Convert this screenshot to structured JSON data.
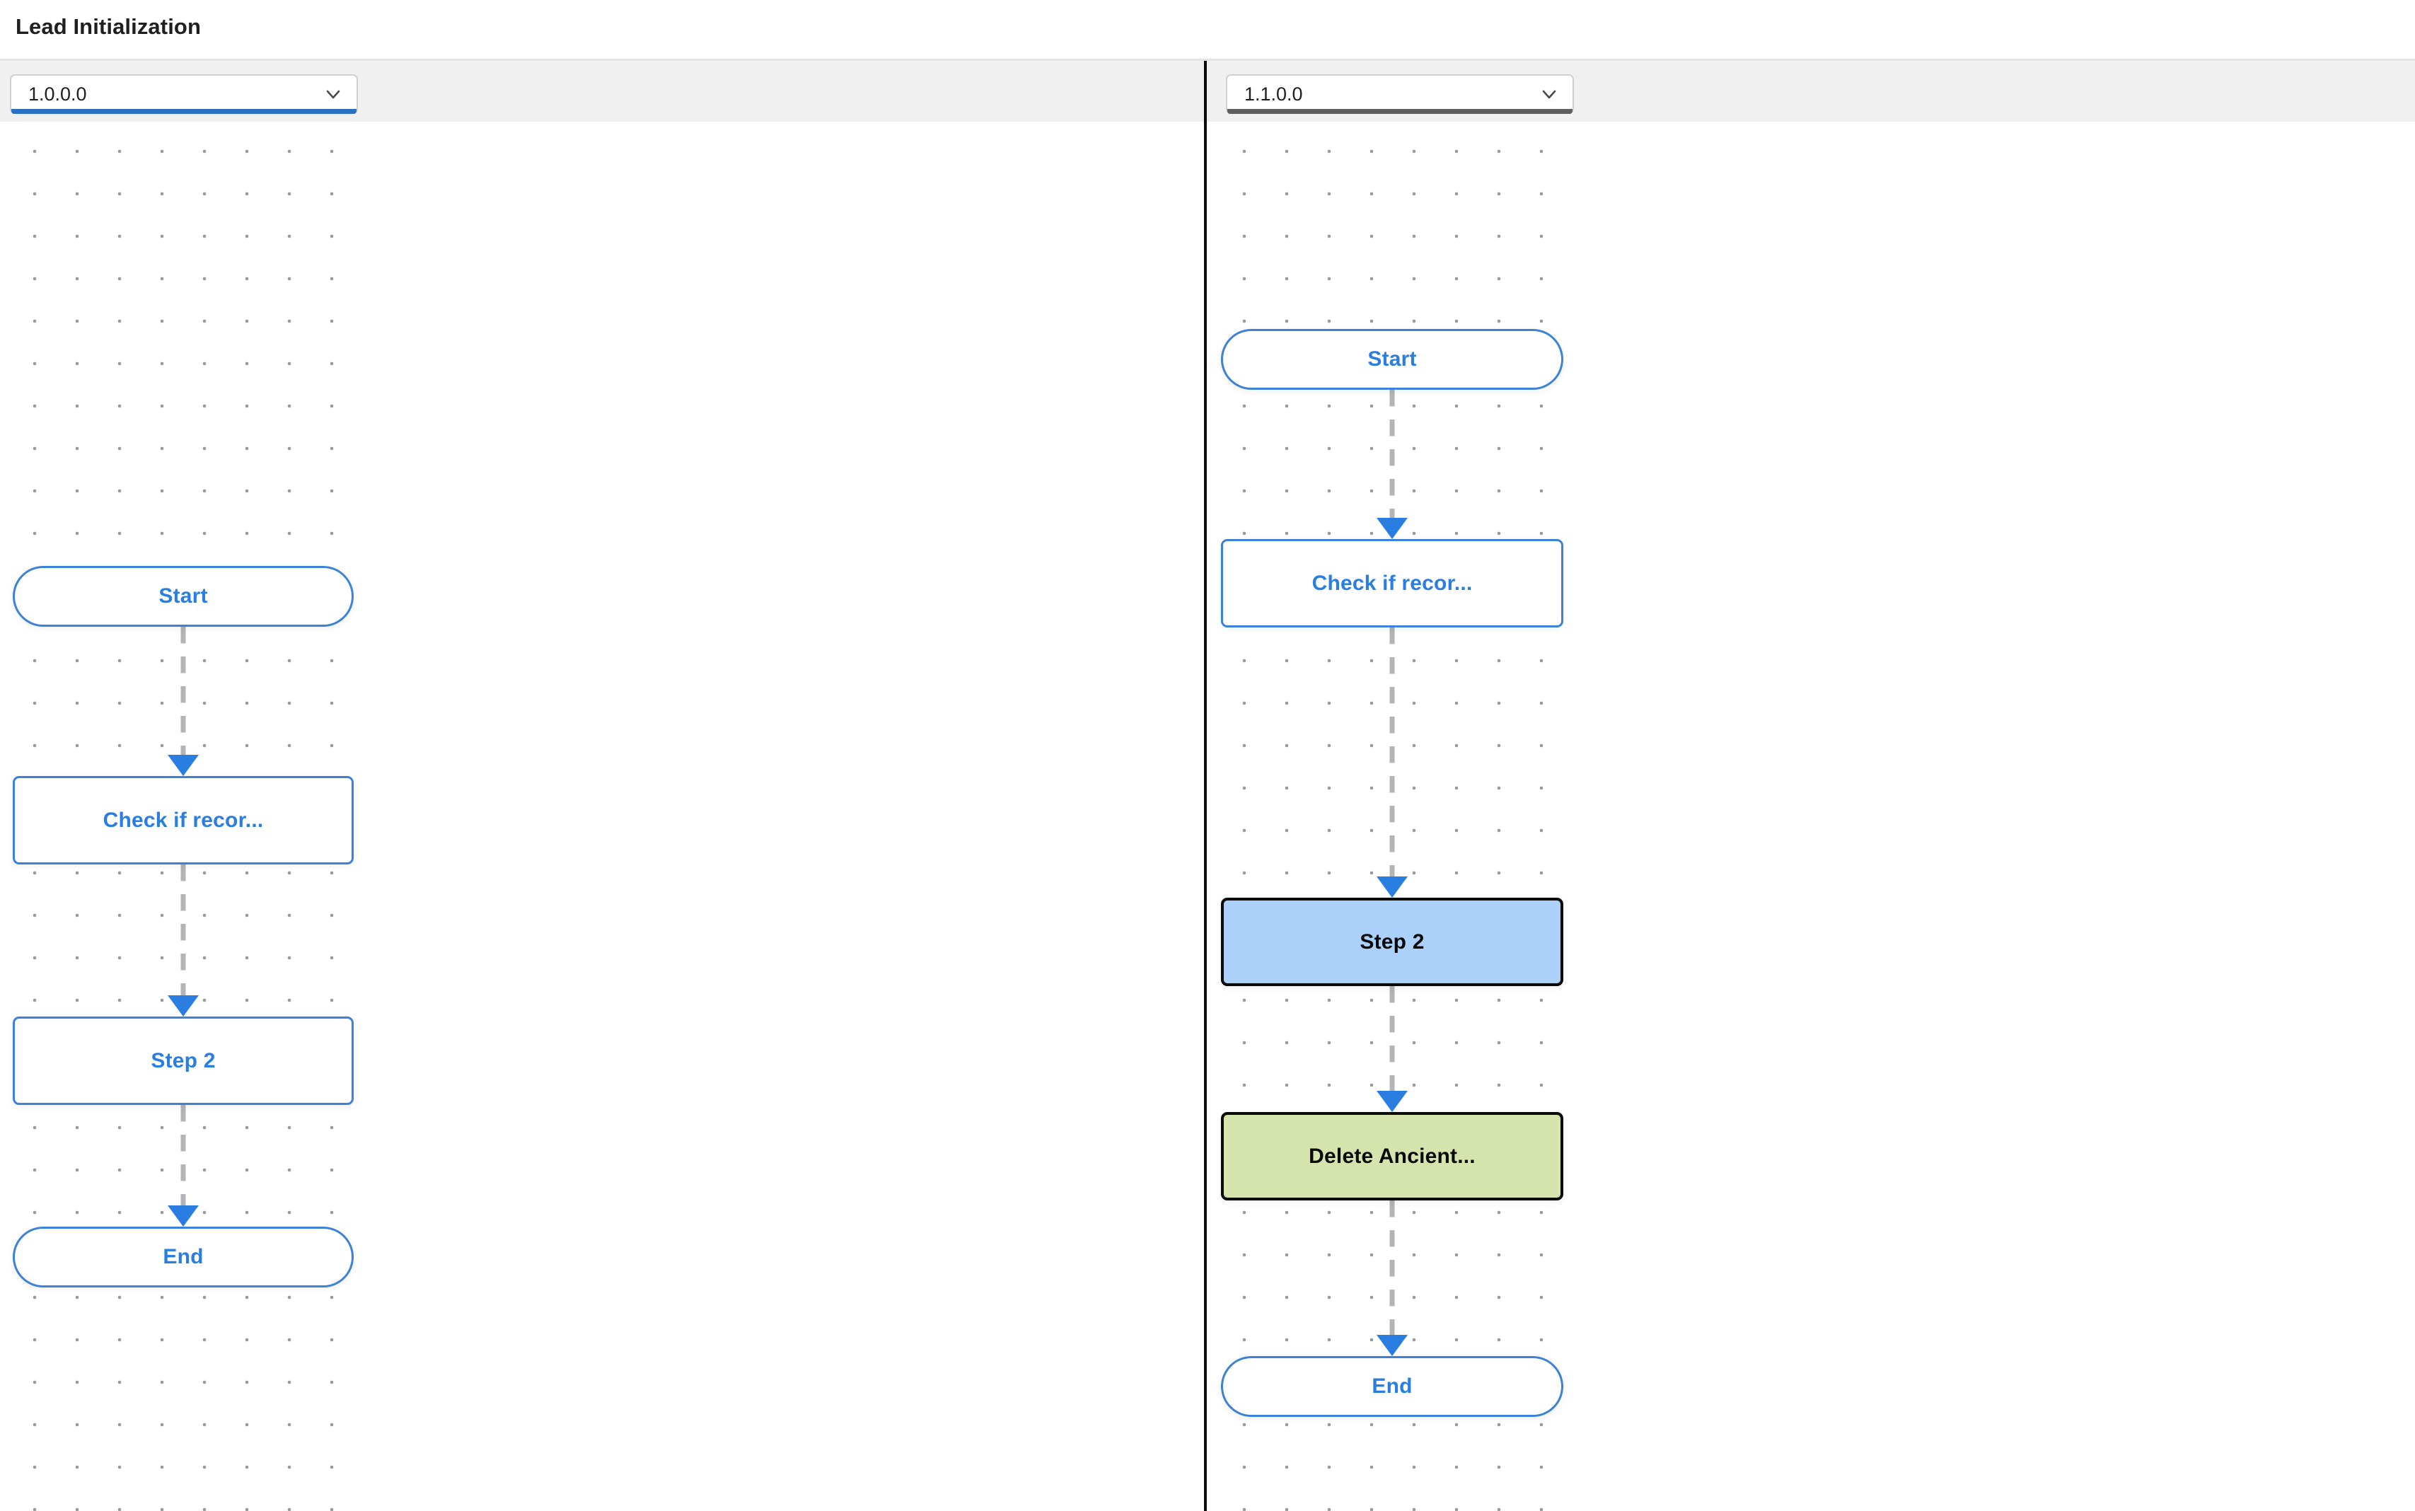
{
  "header": {
    "title": "Lead Initialization"
  },
  "toolbar": {
    "left_version": {
      "value": "1.0.0.0",
      "accent_color": "#2a6fc4",
      "state": "focused",
      "icon": "chevron-down-icon"
    },
    "right_version": {
      "value": "1.1.0.0",
      "accent_color": "#5e5e5e",
      "state": "unfocused",
      "icon": "chevron-down-icon"
    }
  },
  "colors": {
    "node_outline_blue": "#3b82d8",
    "node_text_blue": "#2a7de1",
    "node_fill_blue": "#abd0fa",
    "node_fill_green": "#d5e3ad",
    "node_border_black": "#0a0a0a",
    "connector_gray": "#b4b4b8",
    "arrow_blue": "#2a7de1",
    "divider_black": "#0b0b0b",
    "toolbar_gray": "#f0f0f0",
    "grid_dot_gray": "#9a9a9e"
  },
  "panels": {
    "left": {
      "version": "1.0.0.0",
      "nodes": [
        {
          "id": "start",
          "label": "Start",
          "shape": "pill",
          "style": "outline"
        },
        {
          "id": "check",
          "label": "Check if recor...",
          "shape": "rect",
          "style": "outline"
        },
        {
          "id": "step2",
          "label": "Step 2",
          "shape": "rect",
          "style": "outline"
        },
        {
          "id": "end",
          "label": "End",
          "shape": "pill",
          "style": "outline"
        }
      ]
    },
    "right": {
      "version": "1.1.0.0",
      "nodes": [
        {
          "id": "start",
          "label": "Start",
          "shape": "pill",
          "style": "outline"
        },
        {
          "id": "check",
          "label": "Check if recor...",
          "shape": "rect",
          "style": "outline"
        },
        {
          "id": "step2",
          "label": "Step 2",
          "shape": "rect",
          "style": "filled-blue"
        },
        {
          "id": "delete",
          "label": "Delete Ancient...",
          "shape": "rect",
          "style": "filled-green"
        },
        {
          "id": "end",
          "label": "End",
          "shape": "pill",
          "style": "outline"
        }
      ]
    }
  }
}
